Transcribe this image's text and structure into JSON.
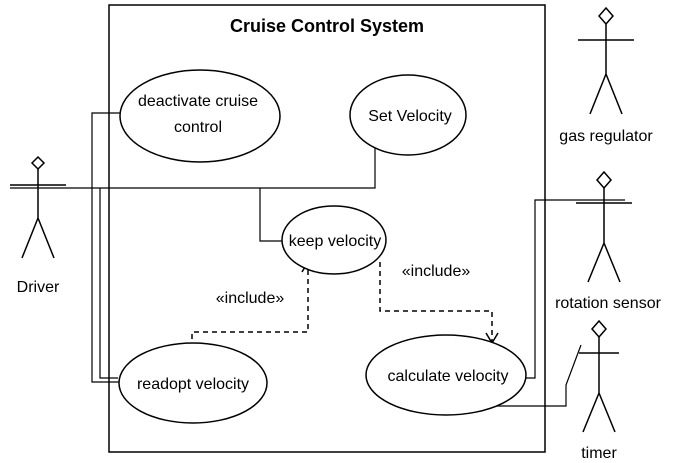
{
  "system": {
    "title": "Cruise Control System"
  },
  "use_cases": {
    "deactivate_line1": "deactivate cruise",
    "deactivate_line2": "control",
    "set_velocity": "Set Velocity",
    "keep_velocity": "keep velocity",
    "readopt_velocity": "readopt velocity",
    "calculate_velocity": "calculate velocity"
  },
  "actors": {
    "driver": "Driver",
    "gas_regulator": "gas regulator",
    "rotation_sensor": "rotation sensor",
    "timer": "timer"
  },
  "relations": {
    "include_left": "«include»",
    "include_right": "«include»"
  }
}
